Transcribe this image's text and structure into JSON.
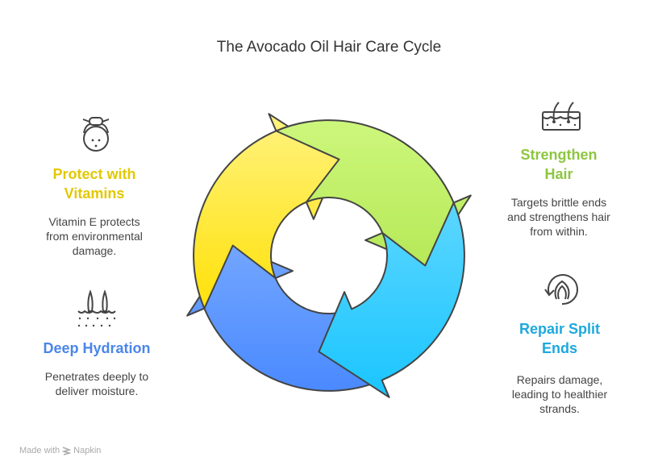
{
  "title": "The Avocado Oil Hair Care Cycle",
  "steps": [
    {
      "heading_line1": "Protect with",
      "heading_line2": "Vitamins",
      "desc1": "Vitamin E protects",
      "desc2": "from environmental",
      "desc3": "damage.",
      "color": "#e3c800",
      "icon": "child-face-icon"
    },
    {
      "heading_line1": "Strengthen",
      "heading_line2": "Hair",
      "desc1": "Targets brittle ends",
      "desc2": "and strengthens hair",
      "desc3": "from within.",
      "color": "#8dc63f",
      "icon": "hair-follicle-icon"
    },
    {
      "heading_line1": "Repair Split",
      "heading_line2": "Ends",
      "desc1": "Repairs damage,",
      "desc2": "leading to healthier",
      "desc3": "strands.",
      "color": "#1da9de",
      "icon": "refresh-hair-icon"
    },
    {
      "heading_line1": "Deep Hydration",
      "desc1": "Penetrates deeply to",
      "desc2": "deliver moisture.",
      "color": "#4a86e8",
      "icon": "skin-hydration-icon"
    }
  ],
  "arrows": [
    {
      "name": "green",
      "top": "#cdf77c",
      "bottom": "#a3dc38"
    },
    {
      "name": "cyan",
      "top": "#78ddff",
      "bottom": "#1cc6ff"
    },
    {
      "name": "blue",
      "top": "#95bdff",
      "bottom": "#4a8aff"
    },
    {
      "name": "yellow",
      "top": "#fff27c",
      "bottom": "#ffe314"
    }
  ],
  "footer": {
    "made_with": "Made with",
    "brand": "Napkin"
  }
}
